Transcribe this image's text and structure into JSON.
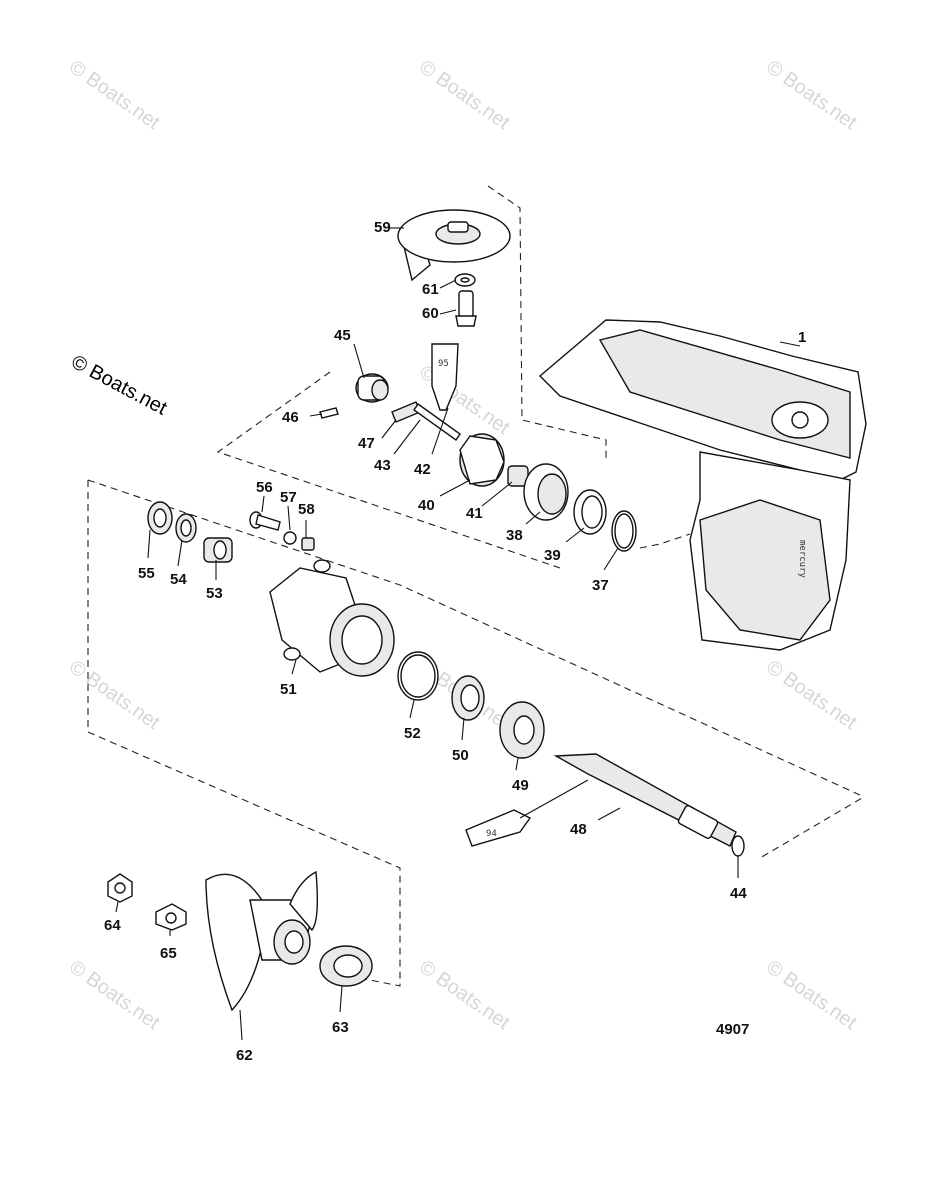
{
  "diagram": {
    "figure_number": "4907",
    "copyright_label": "© Boats.net",
    "watermark_text": "© Boats.net",
    "tube_labels": {
      "upper": "95",
      "lower": "94"
    },
    "callouts": [
      "1",
      "37",
      "38",
      "39",
      "40",
      "41",
      "42",
      "43",
      "44",
      "45",
      "46",
      "47",
      "48",
      "49",
      "50",
      "51",
      "52",
      "53",
      "54",
      "55",
      "56",
      "57",
      "58",
      "59",
      "60",
      "61",
      "62",
      "63",
      "64",
      "65"
    ]
  }
}
